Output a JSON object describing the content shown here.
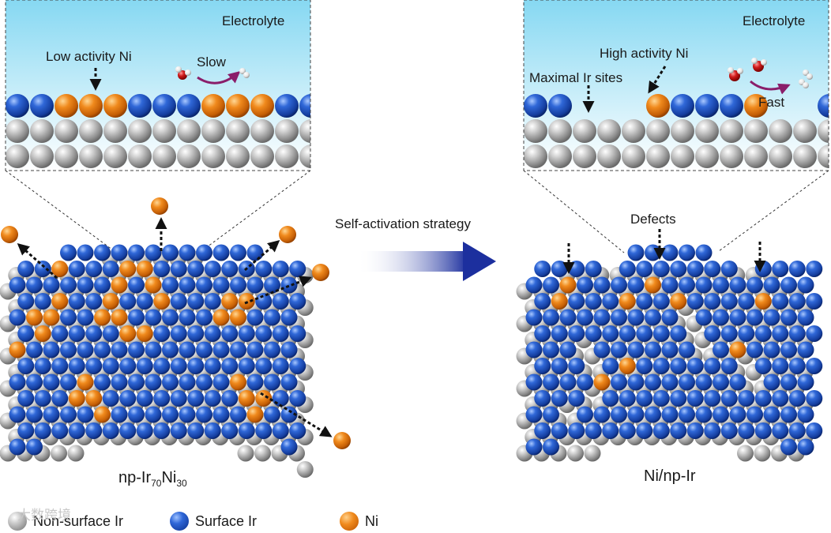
{
  "panels": {
    "left_inset": {
      "electrolyte": "Electrolyte",
      "activity_label": "Low activity Ni",
      "speed_label": "Slow"
    },
    "right_inset": {
      "electrolyte": "Electrolyte",
      "activity_label": "High activity Ni",
      "sites_label": "Maximal Ir sites",
      "speed_label": "Fast"
    },
    "arrow_label": "Self-activation strategy",
    "defects_label": "Defects",
    "left_caption": {
      "prefix": "np-Ir",
      "sub1": "70",
      "mid": "Ni",
      "sub2": "30"
    },
    "right_caption": "Ni/np-Ir"
  },
  "legend": [
    {
      "label": "Non-surface Ir",
      "color": "gray"
    },
    {
      "label": "Surface Ir",
      "color": "blue"
    },
    {
      "label": "Ni",
      "color": "orange"
    }
  ],
  "watermark": "大数跨境",
  "colors": {
    "electrolyte_top": "#8fdcf3",
    "ir_surface": "#2353c4",
    "ni": "#ea7e12",
    "ir_bulk": "#a8a8a8",
    "arrow_blue": "#1f3aa8",
    "reaction_arrow": "#8a1e6a"
  }
}
